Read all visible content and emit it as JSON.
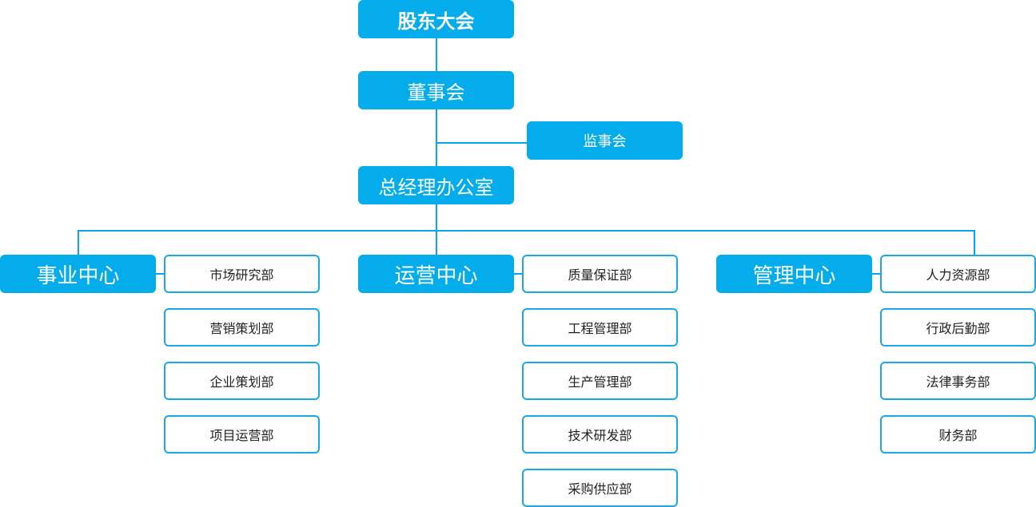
{
  "org": {
    "shareholders": "股东大会",
    "board": "董事会",
    "supervisors": "监事会",
    "gm_office": "总经理办公室",
    "centers": [
      {
        "name": "事业中心",
        "departments": [
          "市场研究部",
          "营销策划部",
          "企业策划部",
          "项目运营部"
        ]
      },
      {
        "name": "运营中心",
        "departments": [
          "质量保证部",
          "工程管理部",
          "生产管理部",
          "技术研发部",
          "采购供应部"
        ]
      },
      {
        "name": "管理中心",
        "departments": [
          "人力资源部",
          "行政后勤部",
          "法律事务部",
          "财务部"
        ]
      }
    ]
  },
  "colors": {
    "primary": "#05aceb",
    "line": "#0aa6e6",
    "outline_border": "#1aa9e4",
    "text_dark": "#222222"
  }
}
